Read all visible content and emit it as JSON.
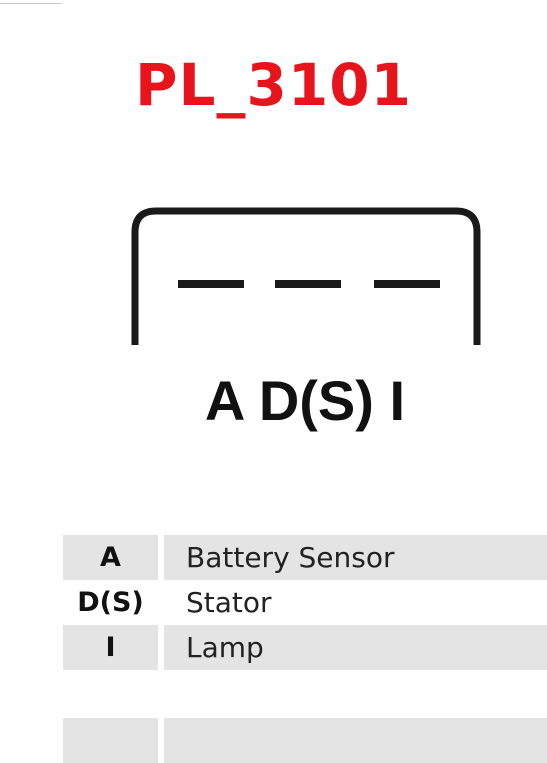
{
  "title": "PL_3101",
  "pin_labels": "A D(S) I",
  "legend": [
    {
      "code": "A",
      "description": "Battery Sensor"
    },
    {
      "code": "D(S)",
      "description": "Stator"
    },
    {
      "code": "I",
      "description": "Lamp"
    }
  ],
  "colors": {
    "title": "#e8141c",
    "stroke": "#1a1a1a",
    "row_shade": "#e4e4e4"
  }
}
